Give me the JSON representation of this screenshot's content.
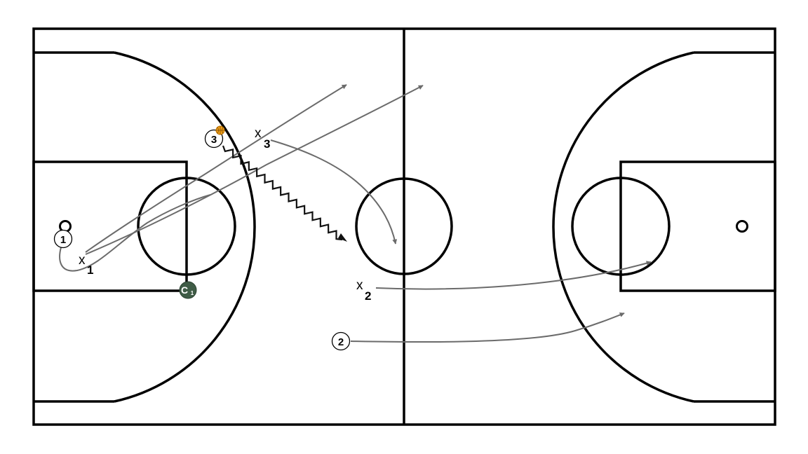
{
  "diagram": {
    "type": "basketball-court-play",
    "colors": {
      "court_lines": "#000000",
      "movement_arrows": "#6b6b6b",
      "dribble": "#111111",
      "coach_fill": "#3f5c46",
      "ball_fill": "#f3a21c"
    },
    "offense": [
      {
        "id": "1",
        "label": "1"
      },
      {
        "id": "2",
        "label": "2"
      },
      {
        "id": "3",
        "label": "3",
        "has_ball": true
      }
    ],
    "defense": [
      {
        "id": "x1",
        "mark": "x",
        "number": "1"
      },
      {
        "id": "x2",
        "mark": "x",
        "number": "2"
      },
      {
        "id": "x3",
        "mark": "x",
        "number": "3"
      }
    ],
    "coach": {
      "letter": "C",
      "number": "1"
    },
    "icons": {
      "ball": "basketball-icon",
      "arrowhead": "arrowhead-icon"
    }
  }
}
